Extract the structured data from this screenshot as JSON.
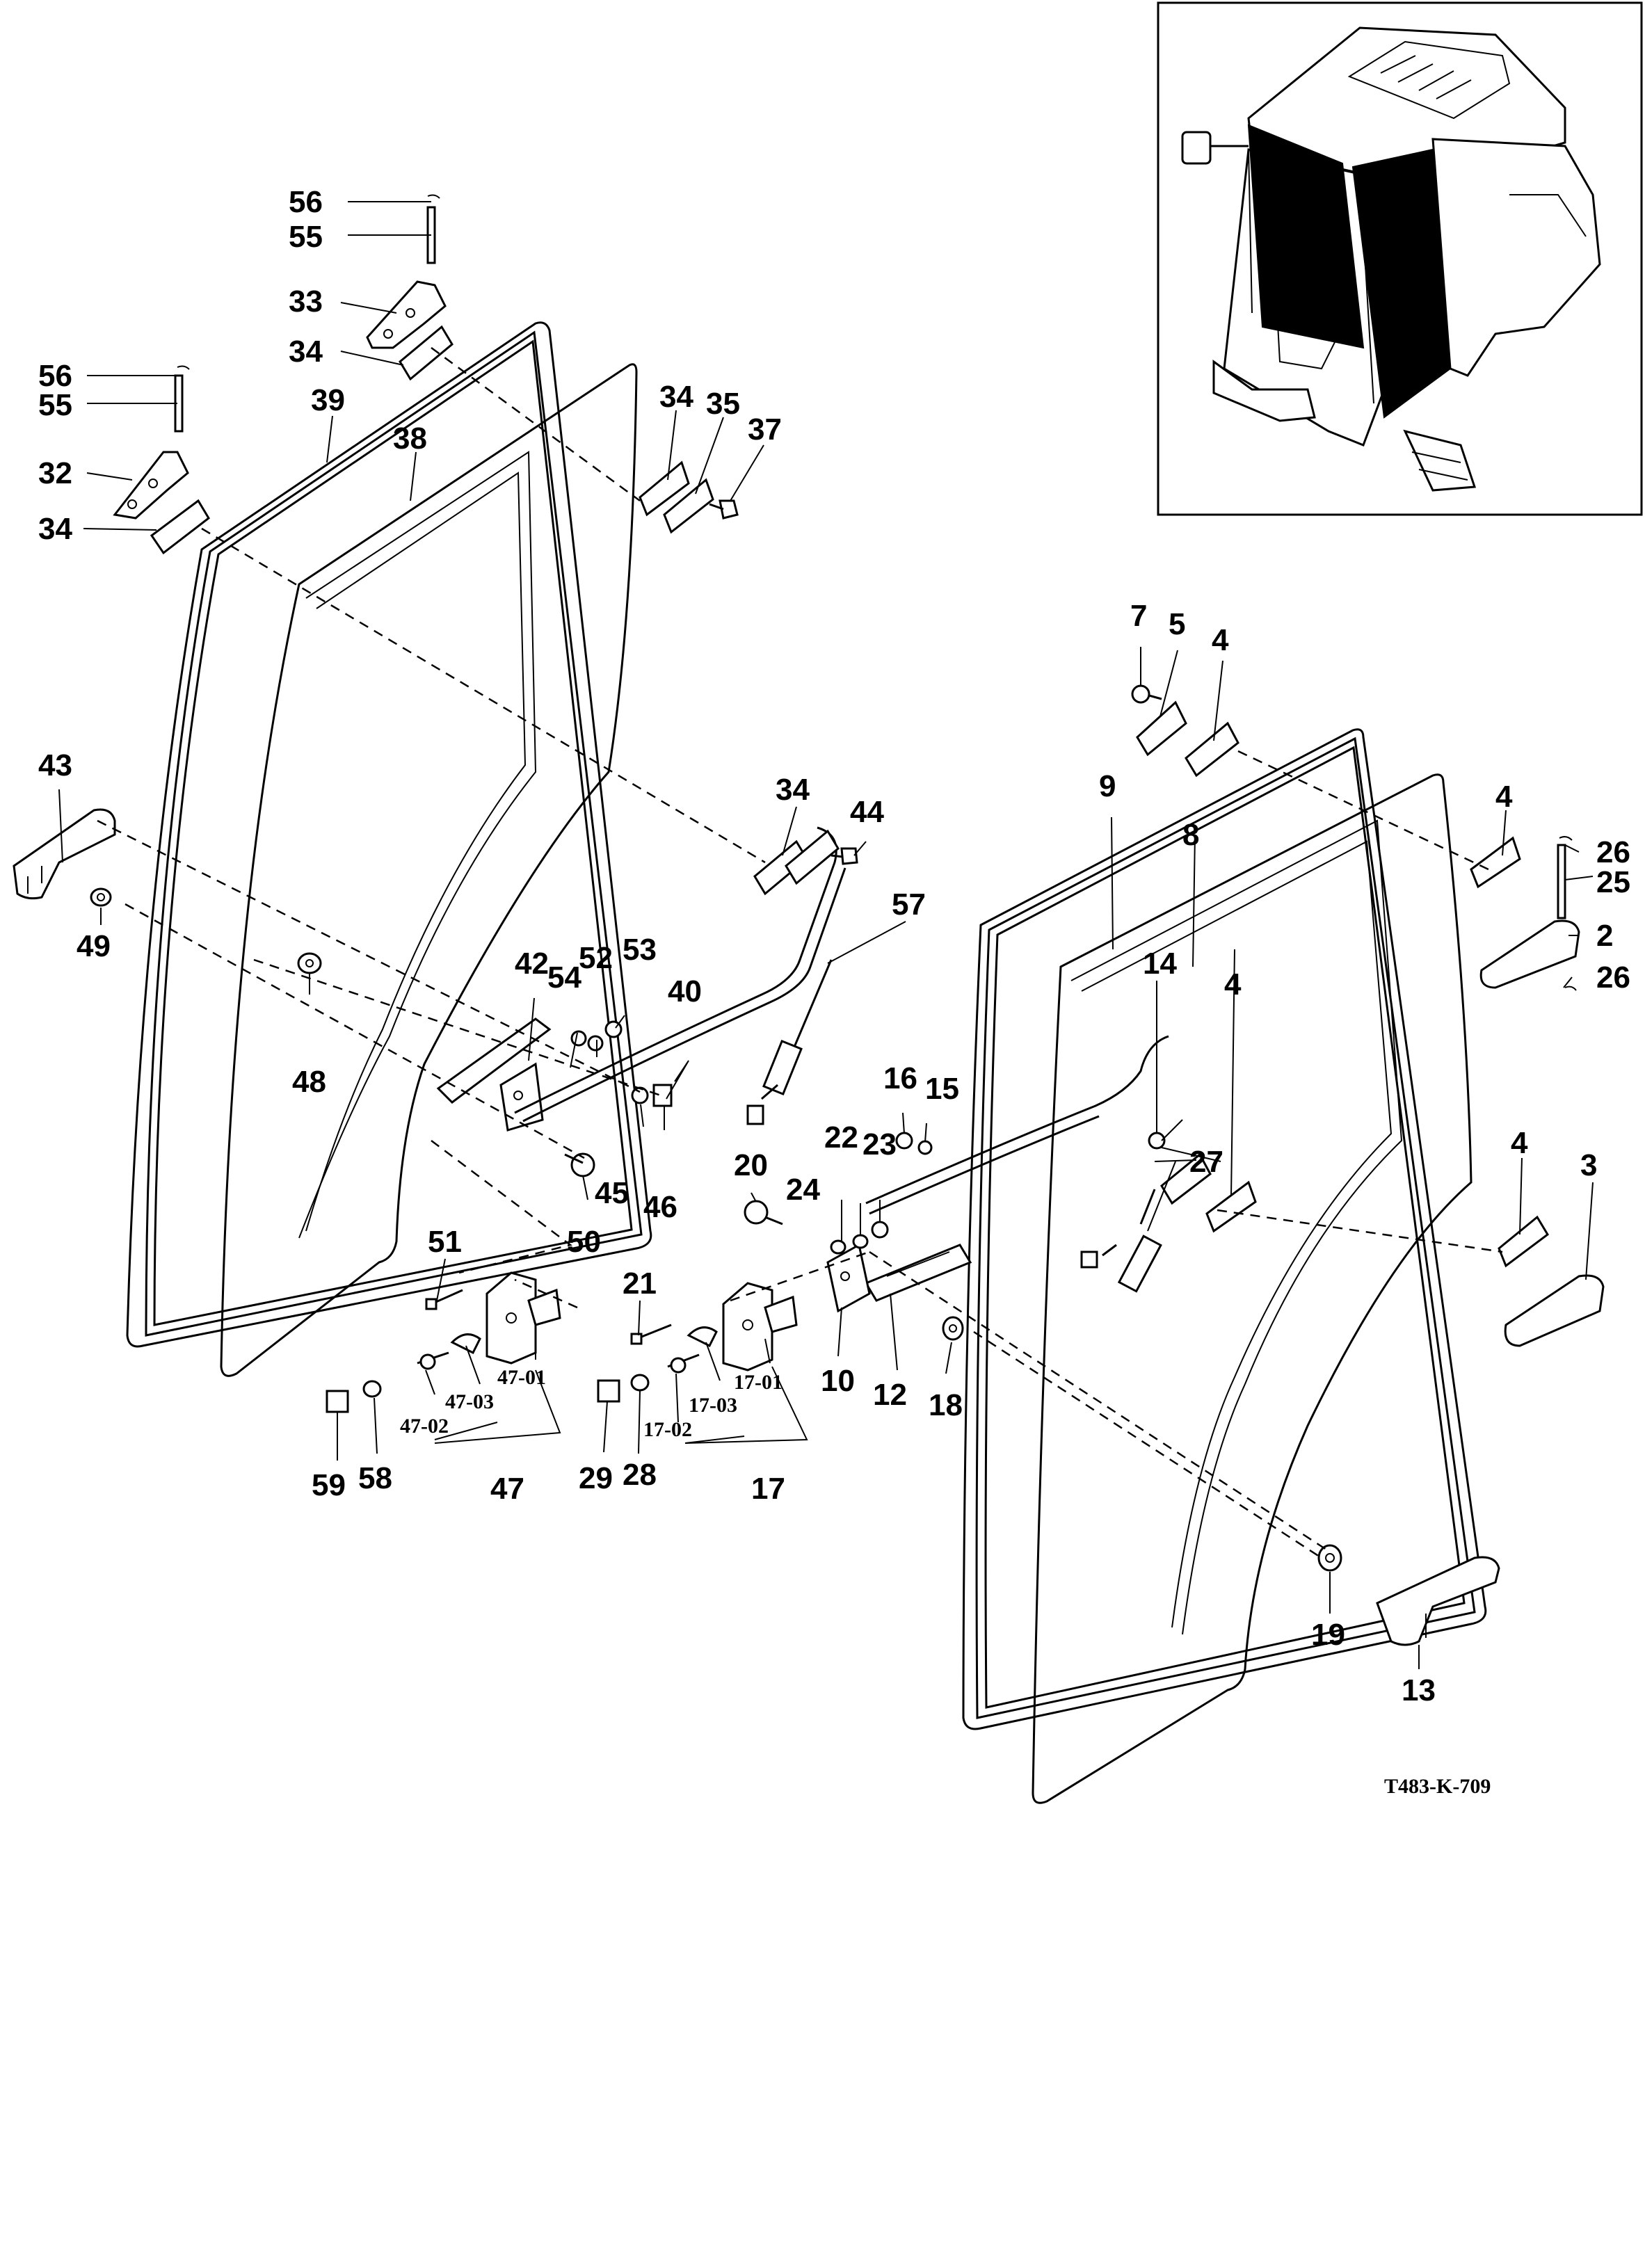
{
  "drawing_code": "T483-K-709",
  "callouts": {
    "c56a": "56",
    "c55a": "55",
    "c33": "33",
    "c34a": "34",
    "c56b": "56",
    "c55b": "55",
    "c39": "39",
    "c38": "38",
    "c32": "32",
    "c34b": "34",
    "c34c": "34",
    "c35": "35",
    "c37": "37",
    "c43": "43",
    "c49": "49",
    "c48": "48",
    "c34d": "34",
    "c44": "44",
    "c57": "57",
    "c42": "42",
    "c54": "54",
    "c52": "52",
    "c53": "53",
    "c40": "40",
    "c45": "45",
    "c46": "46",
    "c50": "50",
    "c51": "51",
    "c47_01": "47-01",
    "c47_03": "47-03",
    "c47_02": "47-02",
    "c59": "59",
    "c58": "58",
    "c47": "47",
    "c21": "21",
    "c17_01": "17-01",
    "c17_03": "17-03",
    "c17_02": "17-02",
    "c29": "29",
    "c28": "28",
    "c17": "17",
    "c20": "20",
    "c24": "24",
    "c22": "22",
    "c23": "23",
    "c16": "16",
    "c15": "15",
    "c10": "10",
    "c12": "12",
    "c18": "18",
    "c7": "7",
    "c5": "5",
    "c4a": "4",
    "c9": "9",
    "c8": "8",
    "c4b": "4",
    "c26a": "26",
    "c25": "25",
    "c2": "2",
    "c26b": "26",
    "c14": "14",
    "c4c": "4",
    "c27": "27",
    "c4d": "4",
    "c3": "3",
    "c19": "19",
    "c13": "13"
  }
}
